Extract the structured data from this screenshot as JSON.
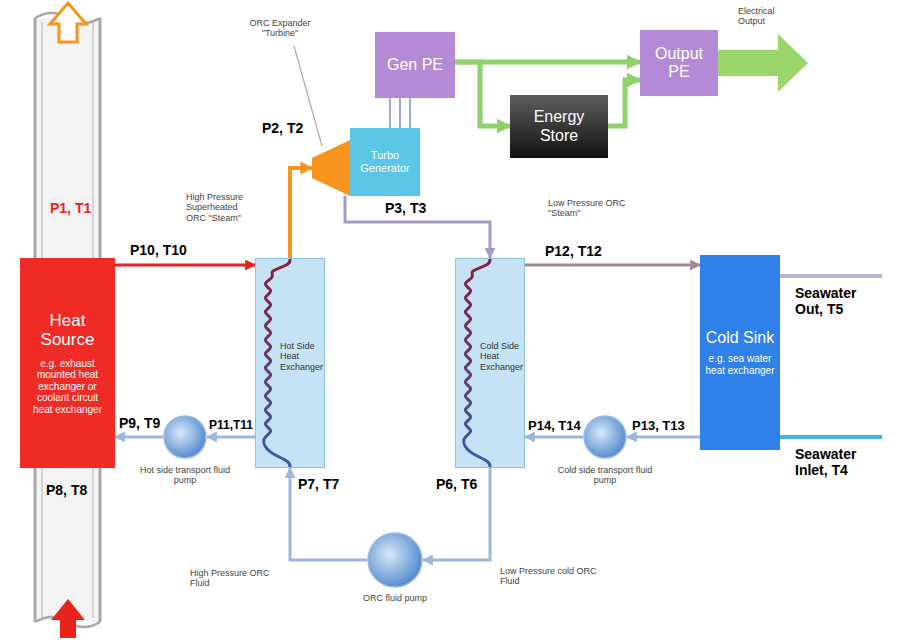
{
  "diagram": {
    "nodes": [
      {
        "text": [
          "Heat Source",
          "e.g. exhaust mounted heat exchanger or coolant circuit heat exchanger"
        ]
      },
      {
        "text": [
          "Hot Side Heat Exchanger"
        ]
      },
      {
        "text": [
          "ORC Expander \"Turbine\""
        ]
      },
      {
        "text": [
          "Turbo Generator"
        ]
      },
      {
        "text": [
          "Gen PE"
        ]
      },
      {
        "text": [
          "Energy Store"
        ]
      },
      {
        "text": [
          "Output PE"
        ]
      },
      {
        "text": [
          "Cold Side Heat Exchanger"
        ]
      },
      {
        "text": [
          "Cold Sink",
          "e.g. sea water heat exchanger"
        ]
      },
      {
        "text": [
          "Hot side transport fluid pump"
        ]
      },
      {
        "text": [
          "ORC fluid pump"
        ]
      },
      {
        "text": [
          "Cold side transport fluid pump"
        ]
      }
    ],
    "edges": [
      {
        "from": 0,
        "to": 1,
        "arrow": "to"
      },
      {
        "from": 1,
        "to": 2,
        "arrow": "to"
      },
      {
        "from": 2,
        "to": 7,
        "arrow": "to"
      },
      {
        "from": 7,
        "to": 8,
        "arrow": "to"
      },
      {
        "from": 8,
        "to": 11,
        "arrow": "to"
      },
      {
        "from": 11,
        "to": 7,
        "arrow": "to"
      },
      {
        "from": 7,
        "to": 10,
        "arrow": "to"
      },
      {
        "from": 10,
        "to": 1,
        "arrow": "to"
      },
      {
        "from": 1,
        "to": 9,
        "arrow": "to"
      },
      {
        "from": 9,
        "to": 0,
        "arrow": "to"
      },
      {
        "from": 3,
        "to": 4,
        "arrow": "none"
      },
      {
        "from": 4,
        "to": 6,
        "arrow": "to"
      },
      {
        "from": 4,
        "to": 5,
        "arrow": "to"
      },
      {
        "from": 5,
        "to": 6,
        "arrow": "to"
      }
    ],
    "labels": [
      "P1, T1",
      "P8, T8",
      "P2, T2",
      "P3, T3",
      "P10, T10",
      "P11,T11",
      "P9, T9",
      "P7, T7",
      "P6, T6",
      "P12, T12",
      "P14, T14",
      "P13, T13",
      "Seawater Out, T5",
      "Seawater Inlet, T4",
      "High Pressure Superheated ORC \"Steam\"",
      "Low Pressure ORC \"Steam\"",
      "High Pressure ORC Fluid",
      "Low Pressure cold ORC Fluid",
      "Electrical Output"
    ]
  }
}
